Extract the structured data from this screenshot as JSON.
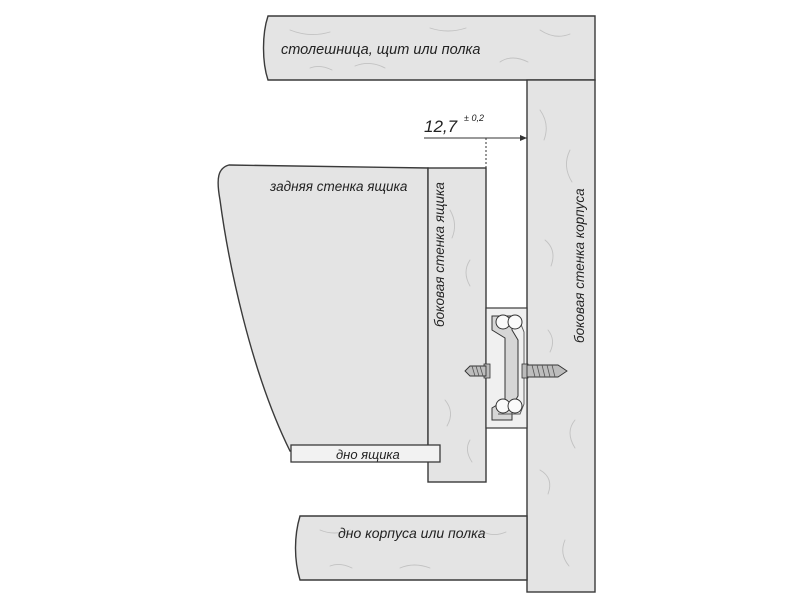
{
  "labels": {
    "tabletop": "столешница, щит или полка",
    "back_wall": "задняя стенка ящика",
    "drawer_side": "боковая стенка ящика",
    "cabinet_side": "боковая   стенка корпуса",
    "drawer_bottom": "дно ящика",
    "cabinet_bottom": "дно корпуса или полка"
  },
  "dimension": {
    "value": "12,7",
    "tolerance": "± 0,2"
  },
  "colors": {
    "wood_fill": "#e4e4e4",
    "grain": "#c2c2c2",
    "outline": "#3a3a3a",
    "slide_metal": "#d6d6d6"
  }
}
